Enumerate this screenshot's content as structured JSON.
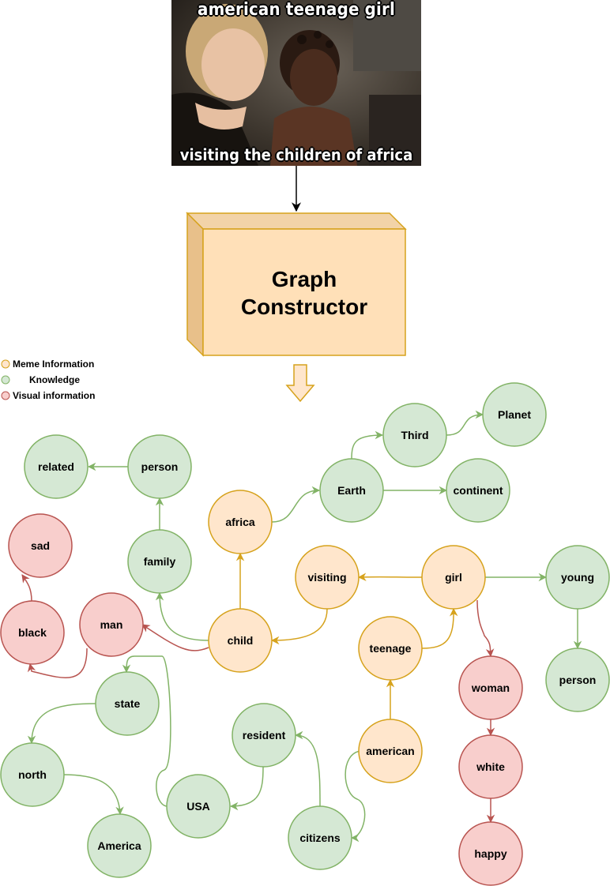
{
  "meme": {
    "top_caption": "american teenage girl",
    "bottom_caption": "visiting the children of africa"
  },
  "constructor": {
    "line1": "Graph",
    "line2": "Constructor"
  },
  "legend": [
    {
      "label": "Meme Information",
      "color": "#ffe6cc"
    },
    {
      "label": "Knowledge",
      "color": "#d5e8d4"
    },
    {
      "label": "Visual information",
      "color": "#f8cecc"
    }
  ],
  "colors": {
    "meme_fill": "#ffe6cc",
    "meme_stroke": "#d6a21c",
    "knowledge_fill": "#d5e8d4",
    "knowledge_stroke": "#82b366",
    "visual_fill": "#f8cecc",
    "visual_stroke": "#b85450",
    "box_fill": "#ffe0b8",
    "box_stroke": "#d6a21c"
  },
  "nodes": [
    {
      "id": "related",
      "label": "related",
      "type": "knowledge"
    },
    {
      "id": "person1",
      "label": "person",
      "type": "knowledge"
    },
    {
      "id": "family",
      "label": "family",
      "type": "knowledge"
    },
    {
      "id": "sad",
      "label": "sad",
      "type": "visual"
    },
    {
      "id": "black",
      "label": "black",
      "type": "visual"
    },
    {
      "id": "man",
      "label": "man",
      "type": "visual"
    },
    {
      "id": "africa",
      "label": "africa",
      "type": "meme"
    },
    {
      "id": "child",
      "label": "child",
      "type": "meme"
    },
    {
      "id": "earth",
      "label": "Earth",
      "type": "knowledge"
    },
    {
      "id": "third",
      "label": "Third",
      "type": "knowledge"
    },
    {
      "id": "planet",
      "label": "Planet",
      "type": "knowledge"
    },
    {
      "id": "continent",
      "label": "continent",
      "type": "knowledge"
    },
    {
      "id": "visiting",
      "label": "visiting",
      "type": "meme"
    },
    {
      "id": "girl",
      "label": "girl",
      "type": "meme"
    },
    {
      "id": "young",
      "label": "young",
      "type": "knowledge"
    },
    {
      "id": "person2",
      "label": "person",
      "type": "knowledge"
    },
    {
      "id": "teenage",
      "label": "teenage",
      "type": "meme"
    },
    {
      "id": "american",
      "label": "american",
      "type": "meme"
    },
    {
      "id": "woman",
      "label": "woman",
      "type": "visual"
    },
    {
      "id": "white",
      "label": "white",
      "type": "visual"
    },
    {
      "id": "happy",
      "label": "happy",
      "type": "visual"
    },
    {
      "id": "state",
      "label": "state",
      "type": "knowledge"
    },
    {
      "id": "north",
      "label": "north",
      "type": "knowledge"
    },
    {
      "id": "america",
      "label": "America",
      "type": "knowledge"
    },
    {
      "id": "usa",
      "label": "USA",
      "type": "knowledge"
    },
    {
      "id": "resident",
      "label": "resident",
      "type": "knowledge"
    },
    {
      "id": "citizens",
      "label": "citizens",
      "type": "knowledge"
    }
  ],
  "edges": [
    {
      "from": "person1",
      "to": "related",
      "type": "knowledge"
    },
    {
      "from": "family",
      "to": "person1",
      "type": "knowledge"
    },
    {
      "from": "child",
      "to": "family",
      "type": "knowledge"
    },
    {
      "from": "child",
      "to": "africa",
      "type": "meme"
    },
    {
      "from": "child",
      "to": "man",
      "type": "visual"
    },
    {
      "from": "man",
      "to": "black",
      "type": "visual"
    },
    {
      "from": "black",
      "to": "sad",
      "type": "visual"
    },
    {
      "from": "africa",
      "to": "earth",
      "type": "knowledge"
    },
    {
      "from": "earth",
      "to": "third",
      "type": "knowledge"
    },
    {
      "from": "third",
      "to": "planet",
      "type": "knowledge"
    },
    {
      "from": "earth",
      "to": "continent",
      "type": "knowledge"
    },
    {
      "from": "girl",
      "to": "visiting",
      "type": "meme"
    },
    {
      "from": "visiting",
      "to": "child",
      "type": "meme"
    },
    {
      "from": "girl",
      "to": "young",
      "type": "knowledge"
    },
    {
      "from": "young",
      "to": "person2",
      "type": "knowledge"
    },
    {
      "from": "teenage",
      "to": "girl",
      "type": "meme"
    },
    {
      "from": "american",
      "to": "teenage",
      "type": "meme"
    },
    {
      "from": "girl",
      "to": "woman",
      "type": "visual"
    },
    {
      "from": "woman",
      "to": "white",
      "type": "visual"
    },
    {
      "from": "white",
      "to": "happy",
      "type": "visual"
    },
    {
      "from": "american",
      "to": "citizens",
      "type": "knowledge"
    },
    {
      "from": "citizens",
      "to": "resident",
      "type": "knowledge"
    },
    {
      "from": "resident",
      "to": "usa",
      "type": "knowledge"
    },
    {
      "from": "usa",
      "to": "state",
      "type": "knowledge"
    },
    {
      "from": "state",
      "to": "north",
      "type": "knowledge"
    },
    {
      "from": "north",
      "to": "america",
      "type": "knowledge"
    }
  ]
}
